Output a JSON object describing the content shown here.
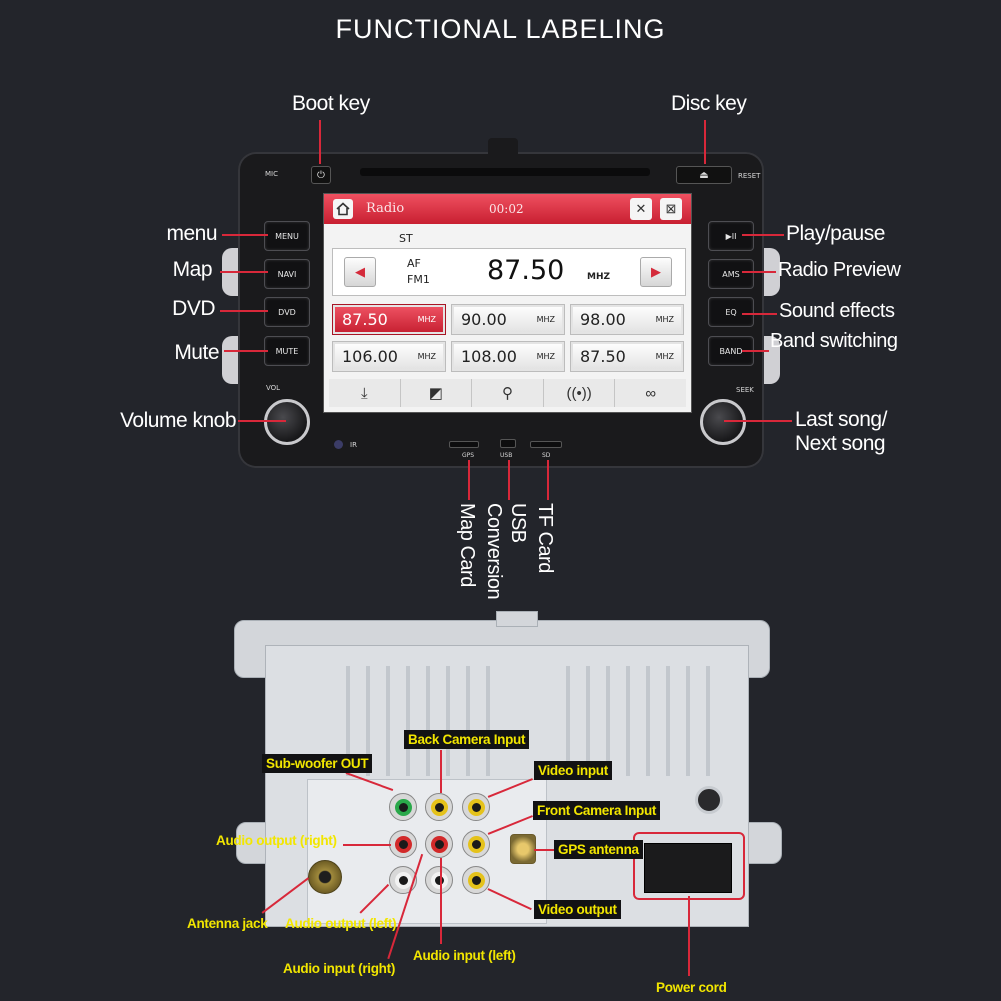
{
  "title": "FUNCTIONAL LABELING",
  "front": {
    "callouts": {
      "boot_key": "Boot key",
      "disc_key": "Disc key",
      "menu": "menu",
      "map": "Map",
      "dvd": "DVD",
      "mute": "Mute",
      "volume_knob": "Volume knob",
      "play_pause": "Play/pause",
      "radio_preview": "Radio Preview",
      "sound_effects": "Sound effects",
      "band_switching": "Band switching",
      "last_next_line1": "Last song/",
      "last_next_line2": "Next song"
    },
    "panel_text": {
      "mic": "MIC",
      "reset": "RESET",
      "vol": "VOL",
      "seek": "SEEK",
      "ir": "IR"
    },
    "left_keys": [
      "MENU",
      "NAVI",
      "DVD",
      "MUTE"
    ],
    "right_keys": [
      "▶II",
      "AMS",
      "EQ",
      "BAND"
    ],
    "ports": [
      "GPS",
      "USB",
      "SD"
    ],
    "port_callouts": [
      "Map Card",
      "USB Conversion",
      "TF Card"
    ]
  },
  "screen": {
    "source": "Radio",
    "time": "00:02",
    "stereo": "ST",
    "af": "AF",
    "band": "FM1",
    "frequency": "87.50",
    "unit": "MHZ",
    "presets": [
      {
        "freq": "87.50",
        "unit": "MHZ",
        "selected": true
      },
      {
        "freq": "90.00",
        "unit": "MHZ",
        "selected": false
      },
      {
        "freq": "98.00",
        "unit": "MHZ",
        "selected": false
      },
      {
        "freq": "106.00",
        "unit": "MHZ",
        "selected": false
      },
      {
        "freq": "108.00",
        "unit": "MHZ",
        "selected": false
      },
      {
        "freq": "87.50",
        "unit": "MHZ",
        "selected": false
      }
    ],
    "bottom_icons": [
      "download-icon",
      "cast-icon",
      "search-icon",
      "antenna-icon",
      "loop-icon"
    ]
  },
  "rear": {
    "labels": {
      "back_camera_input": "Back Camera Input",
      "sub_woofer_out": "Sub-woofer OUT",
      "video_input": "Video input",
      "front_camera_input": "Front Camera Input",
      "audio_output_right": "Audio output (right)",
      "gps_antenna": "GPS antenna",
      "antenna_jack": "Antenna jack",
      "audio_output_left": "Audio output (left)",
      "video_output": "Video output",
      "audio_input_right": "Audio input (right)",
      "audio_input_left": "Audio input (left)",
      "power_cord": "Power cord"
    }
  },
  "colors": {
    "background": "#23252b",
    "leader": "#d8283a",
    "screen_red": "#d42a3a",
    "rear_label_text": "#f2e600"
  }
}
